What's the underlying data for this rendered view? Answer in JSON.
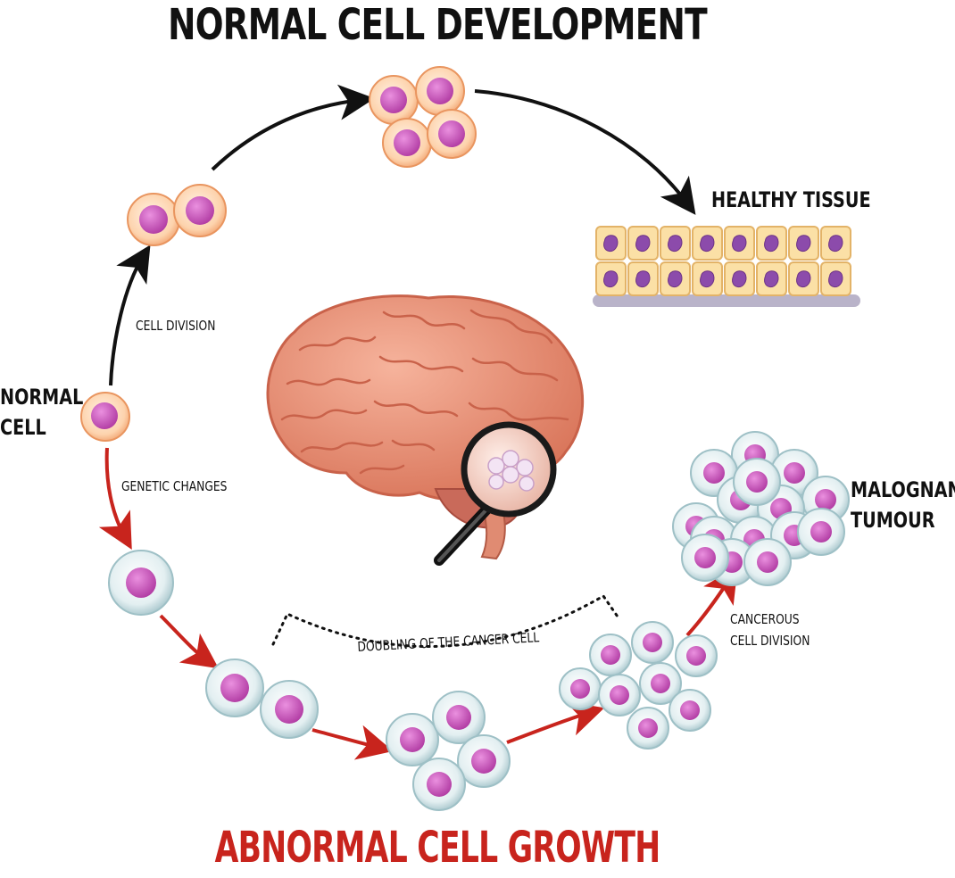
{
  "title_top": "NORMAL CELL DEVELOPMENT",
  "title_bottom": "ABNORMAL CELL GROWTH",
  "labels": {
    "healthy_tissue": "HEALTHY TISSUE",
    "cell_division": "CELL DIVISION",
    "normal_cell_line1": "NORMAL",
    "normal_cell_line2": "CELL",
    "genetic_changes": "GENETIC CHANGES",
    "doubling": "DOUBLING OF THE CANCER CELL",
    "cancerous_line1": "CANCEROUS",
    "cancerous_line2": "CELL DIVISION",
    "malignant_line1": "MALOGNANT",
    "malignant_line2": "TUMOUR"
  },
  "colors": {
    "normal_arrow": "#111111",
    "abnormal_arrow": "#c8241d",
    "normal_cell_fill": "#fcd9b8",
    "cancer_cell_fill": "#e6f0f2",
    "nucleus": "#c24bb3",
    "brain": "#e8967a"
  }
}
